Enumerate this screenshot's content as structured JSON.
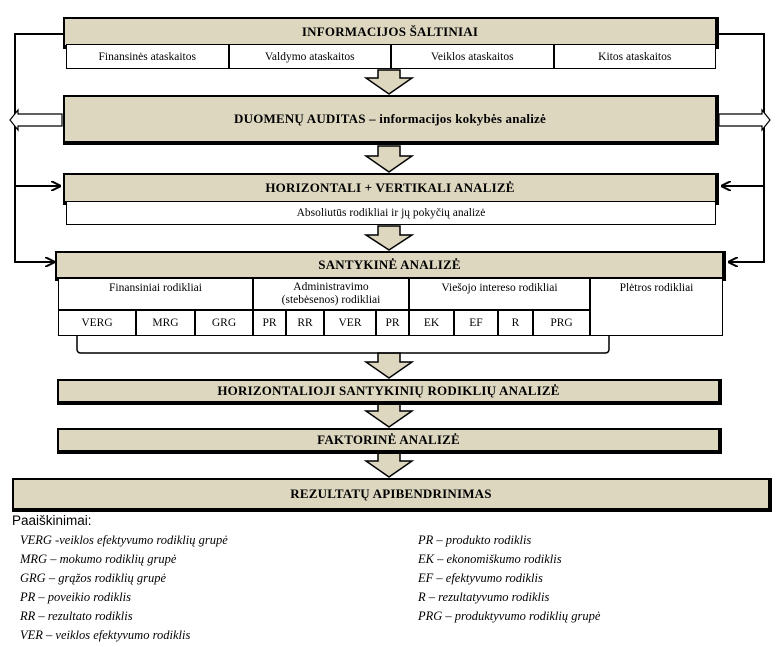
{
  "info_sources": {
    "title": "INFORMACIJOS ŠALTINIAI",
    "items": [
      "Finansinės ataskaitos",
      "Valdymo ataskaitos",
      "Veiklos ataskaitos",
      "Kitos ataskaitos"
    ]
  },
  "audit": {
    "title": "DUOMENŲ AUDITAS – informacijos kokybės analizė"
  },
  "hv_analysis": {
    "title": "HORIZONTALI + VERTIKALI  ANALIZĖ",
    "subtitle": "Absoliutūs rodikliai ir jų pokyčių analizė"
  },
  "relative": {
    "title": "SANTYKINĖ ANALIZĖ",
    "groups": [
      "Finansiniai rodikliai",
      "Administravimo (stebėsenos) rodikliai",
      "Viešojo intereso rodikliai",
      "Plėtros rodikliai"
    ],
    "indicators": [
      "VERG",
      "MRG",
      "GRG",
      "PR",
      "RR",
      "VER",
      "PR",
      "EK",
      "EF",
      "R",
      "PRG"
    ]
  },
  "horizontal_relative": {
    "title": "HORIZONTALIOJI SANTYKINIŲ RODIKLIŲ ANALIZĖ"
  },
  "factor": {
    "title": "FAKTORINĖ ANALIZĖ"
  },
  "summary": {
    "title": "REZULTATŲ APIBENDRINIMAS"
  },
  "legend": {
    "heading": "Paaiškinimai:",
    "left": [
      "VERG -veiklos efektyvumo rodiklių grupė",
      "MRG – mokumo rodiklių grupė",
      "GRG – grąžos rodiklių grupė",
      "PR – poveikio rodiklis",
      "RR – rezultato rodiklis",
      "VER – veiklos efektyvumo rodiklis"
    ],
    "right": [
      "PR – produkto rodiklis",
      "EK – ekonomiškumo rodiklis",
      "EF – efektyvumo rodiklis",
      "R – rezultatyvumo rodiklis",
      "PRG – produktyvumo rodiklių grupė"
    ]
  },
  "colors": {
    "band": "#ddd7c0",
    "line": "#000000",
    "background": "#ffffff"
  }
}
